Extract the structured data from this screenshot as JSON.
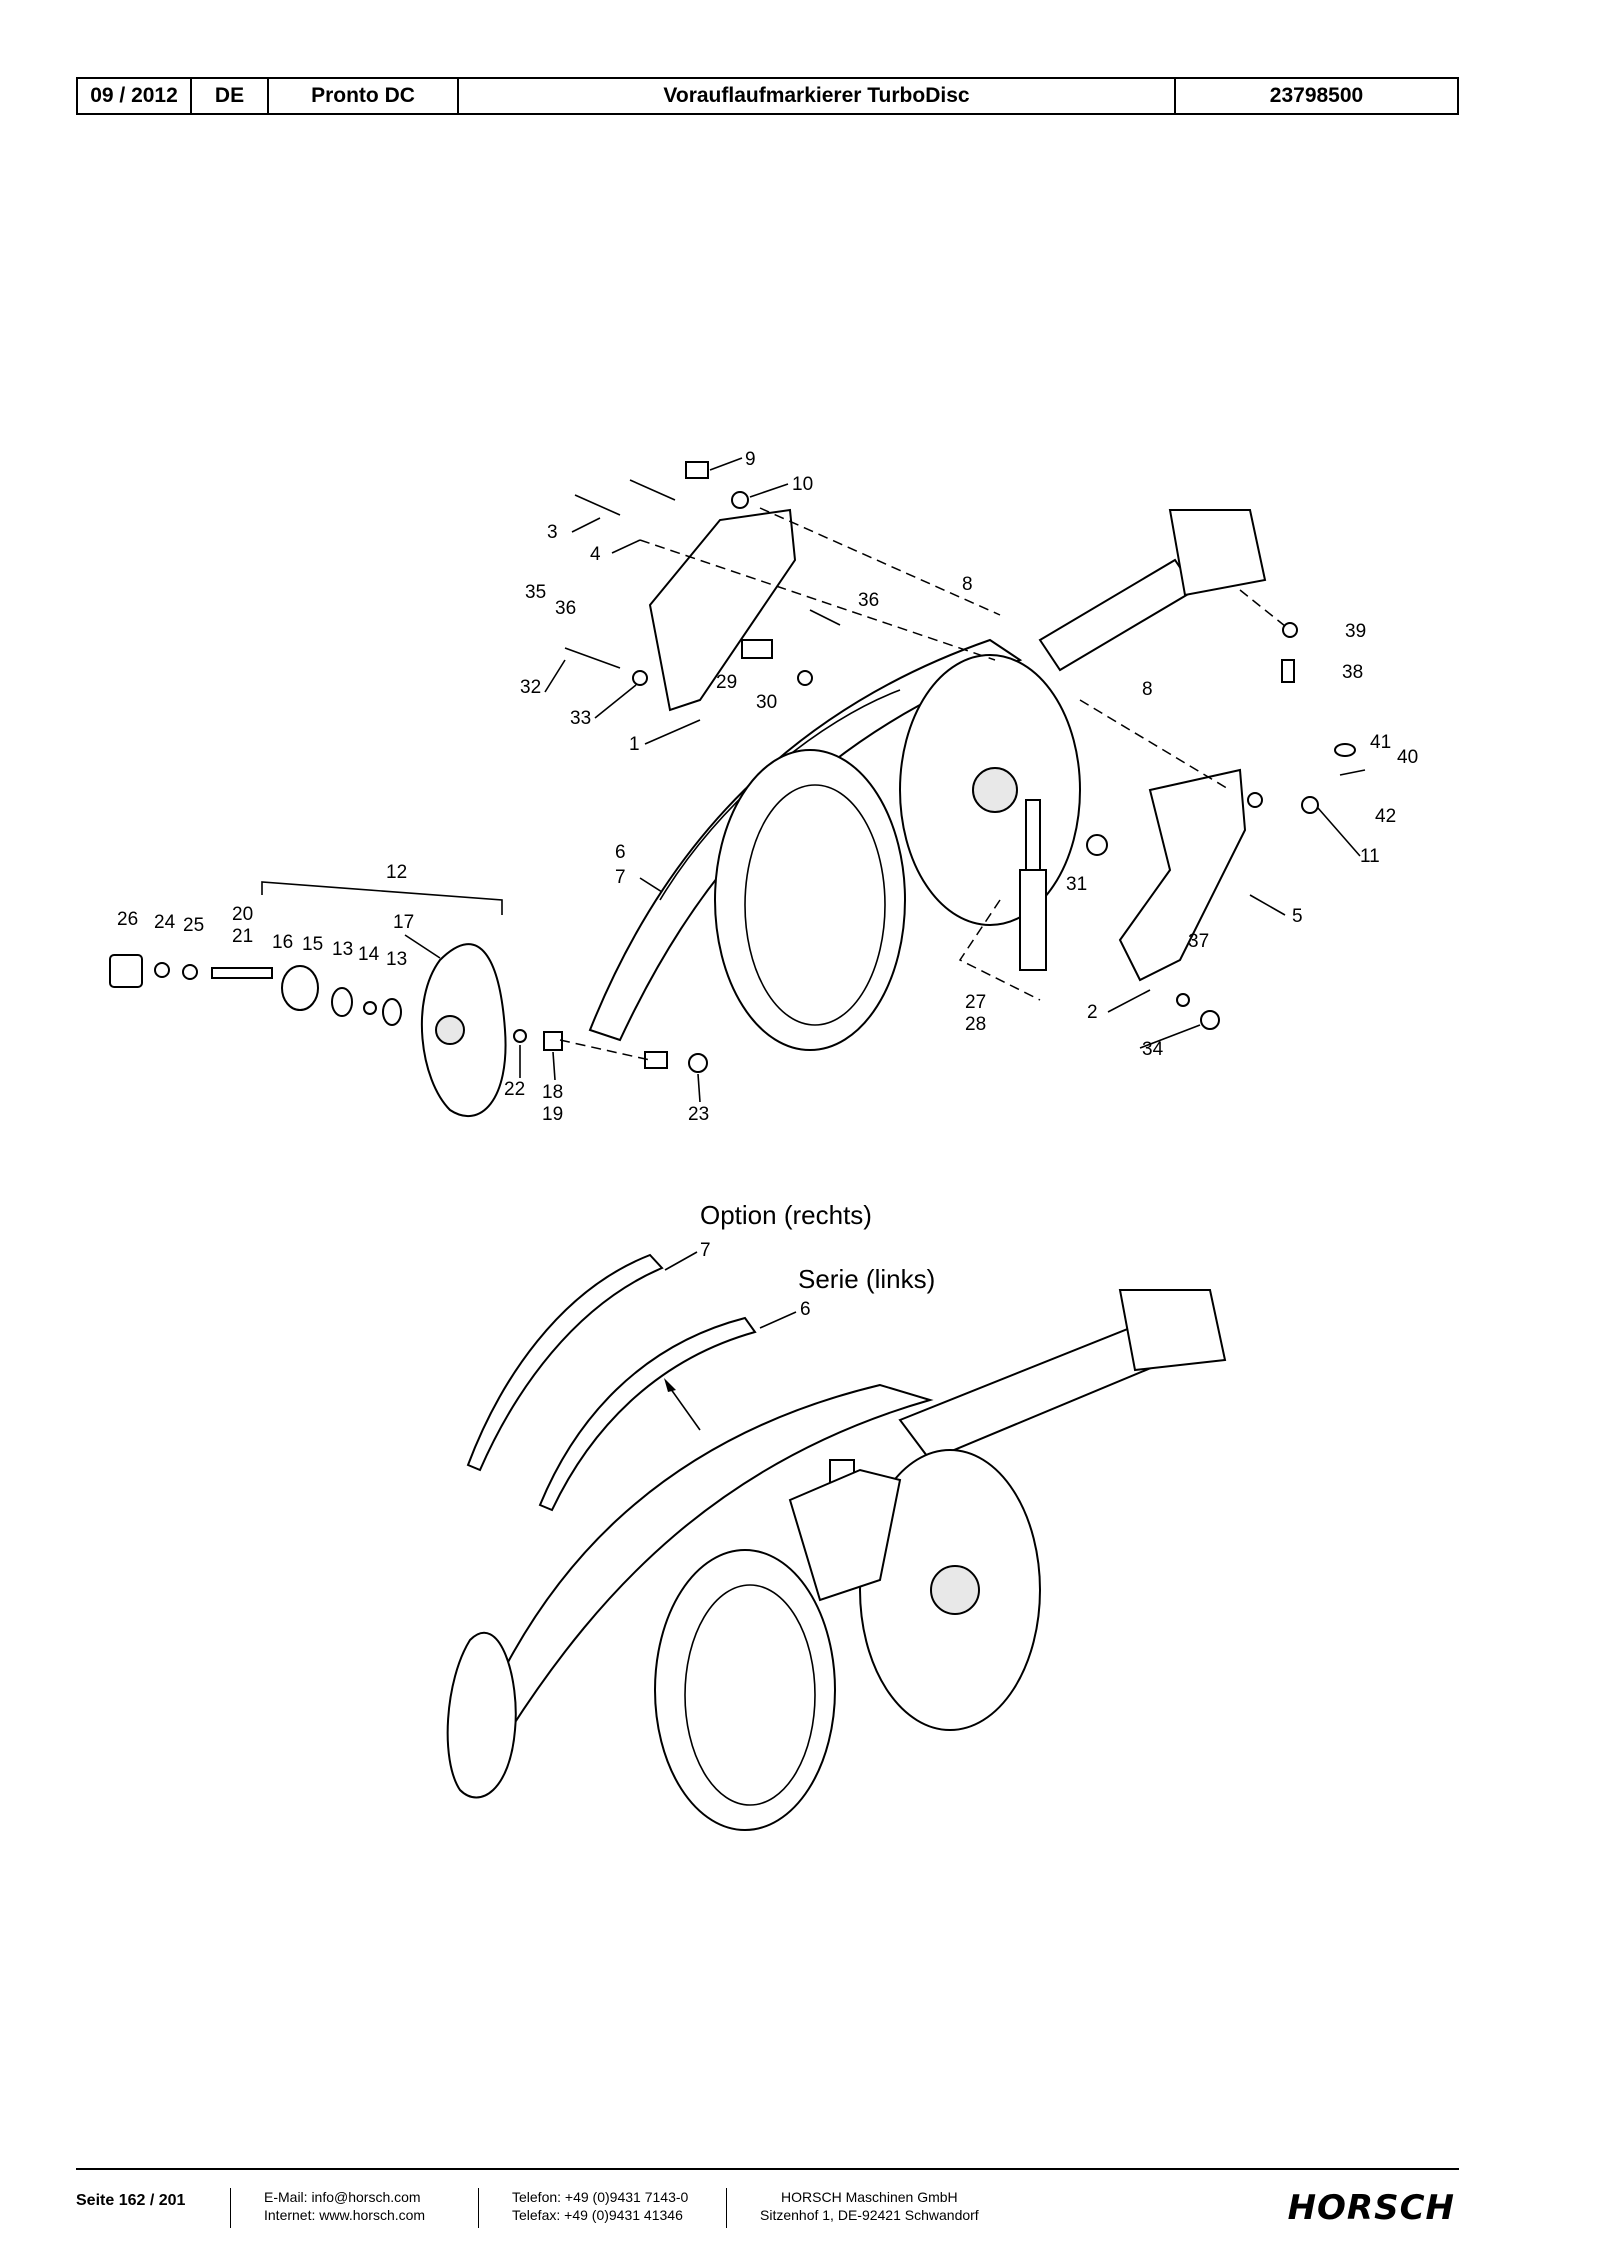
{
  "header": {
    "date": "09 / 2012",
    "lang": "DE",
    "model": "Pronto DC",
    "title": "Vorauflaufmarkierer TurboDisc",
    "number": "23798500"
  },
  "diagram": {
    "callouts_top": [
      "9",
      "10",
      "3",
      "4",
      "35",
      "36",
      "36",
      "8",
      "39",
      "38",
      "32",
      "29",
      "30",
      "33",
      "8",
      "1",
      "41",
      "40",
      "42",
      "11",
      "6",
      "7",
      "31",
      "5",
      "12",
      "37",
      "26",
      "24",
      "25",
      "20",
      "21",
      "16",
      "15",
      "13",
      "14",
      "13",
      "17",
      "27",
      "28",
      "2",
      "34",
      "22",
      "18",
      "19",
      "23"
    ],
    "option_label": "Option (rechts)",
    "serie_label": "Serie (links)",
    "callout_7": "7",
    "callout_6": "6"
  },
  "footer": {
    "page": "Seite 162 / 201",
    "email": "E-Mail: info@horsch.com",
    "internet": "Internet: www.horsch.com",
    "phone": "Telefon: +49 (0)9431 7143-0",
    "fax": "Telefax: +49 (0)9431 41346",
    "company": "HORSCH Maschinen GmbH",
    "address": "Sitzenhof 1, DE-92421 Schwandorf",
    "logo": "HORSCH"
  }
}
